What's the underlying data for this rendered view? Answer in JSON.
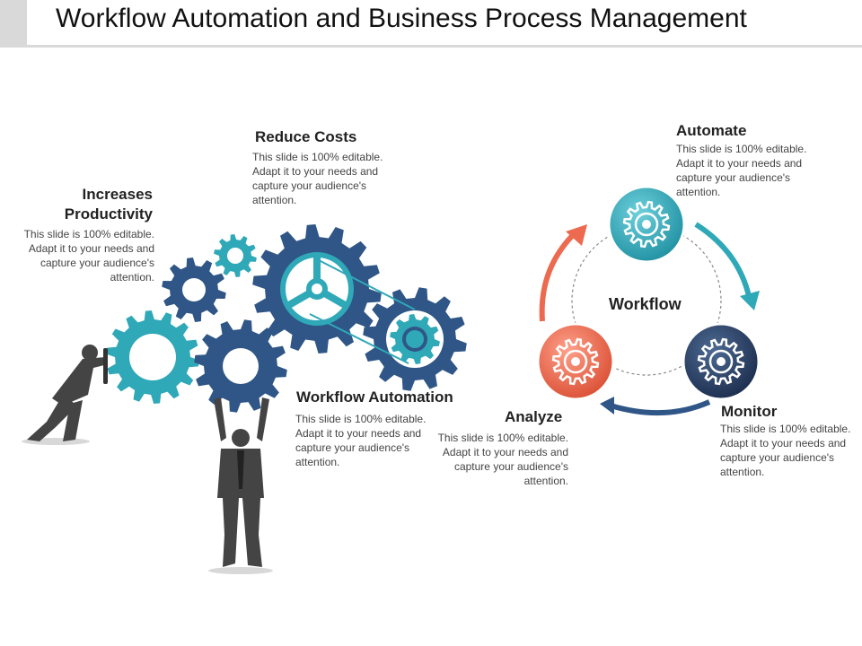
{
  "title": "Workflow Automation and Business Process Management",
  "colors": {
    "teal": "#2fa8b8",
    "navy": "#2f5686",
    "coral": "#ec6a4f",
    "dark_navy": "#22365a",
    "silhouette": "#444444"
  },
  "items": {
    "increases_productivity": {
      "heading_line1": "Increases",
      "heading_line2": "Productivity",
      "desc": "This slide is 100% editable. Adapt it to your needs and capture your audience's attention."
    },
    "reduce_costs": {
      "heading": "Reduce Costs",
      "desc": "This slide is 100% editable. Adapt it to your needs and capture your audience's attention."
    },
    "workflow_automation": {
      "heading": "Workflow Automation",
      "desc": "This slide is 100% editable. Adapt it to your needs and capture your audience's attention."
    },
    "automate": {
      "heading": "Automate",
      "desc": "This slide is 100% editable. Adapt it to your needs and capture your audience's attention."
    },
    "analyze": {
      "heading": "Analyze",
      "desc": "This slide is 100% editable. Adapt it to your needs and capture your audience's attention."
    },
    "monitor": {
      "heading": "Monitor",
      "desc": "This slide is 100% editable. Adapt it to your needs and capture your audience's attention."
    }
  },
  "cycle": {
    "center_label": "Workflow"
  },
  "icons": [
    "gear-icon",
    "person-pushing-icon",
    "person-lifting-icon",
    "cycle-arrow-icon"
  ]
}
